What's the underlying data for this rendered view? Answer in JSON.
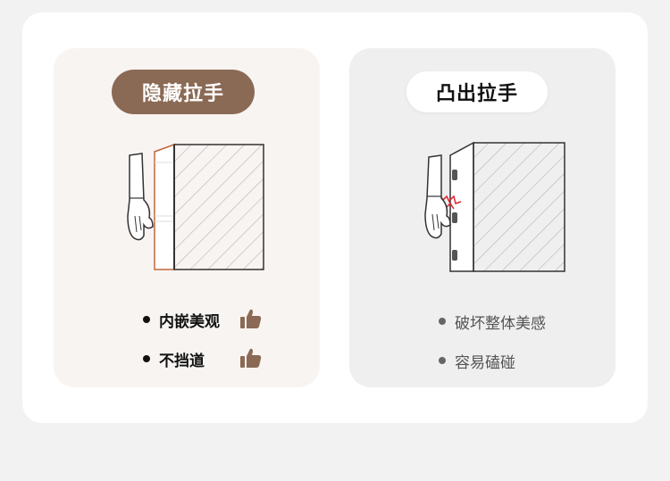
{
  "left_panel": {
    "title": "隐藏拉手",
    "points": [
      "内嵌美观",
      "不挡道"
    ],
    "icons": [
      "thumbs-up-icon",
      "thumbs-up-icon"
    ]
  },
  "right_panel": {
    "title": "凸出拉手",
    "points": [
      "破坏整体美感",
      "容易磕碰"
    ]
  },
  "colors": {
    "accent": "#8a6a54",
    "edge_highlight": "#c0683a",
    "collision": "#e0202a"
  }
}
